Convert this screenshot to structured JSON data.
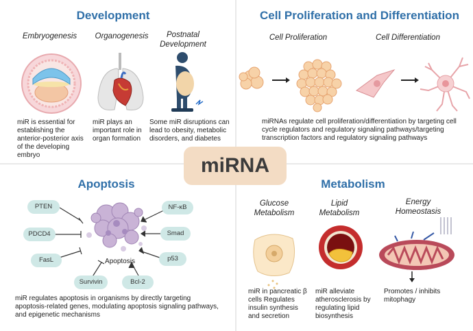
{
  "center_label": "miRNA",
  "development": {
    "title": "Development",
    "items": [
      {
        "heading": "Embryogenesis",
        "text": "miR is essential for establishing the anterior-posterior axis of the developing embryo"
      },
      {
        "heading": "Organogenesis",
        "text": "miR plays an important role in organ formation"
      },
      {
        "heading": "Postnatal Development",
        "text": "Some miR disruptions can lead to obesity, metabolic disorders, and diabetes"
      }
    ]
  },
  "proliferation": {
    "title": "Cell Proliferation and Differentiation",
    "left_heading": "Cell Proliferation",
    "right_heading": "Cell Differentiation",
    "text": "miRNAs regulate cell proliferation/differentiation by targeting cell cycle regulators and regulatory signaling pathways/targeting transcription factors and regulatory signaling pathways"
  },
  "apoptosis": {
    "title": "Apoptosis",
    "center_label": "Apoptosis",
    "factors": [
      "PTEN",
      "PDCD4",
      "FasL",
      "Survivin",
      "Bcl-2",
      "p53",
      "Smad",
      "NF-κB"
    ],
    "text": "miR regulates apoptosis in organisms by directly targeting apoptosis-related genes, modulating apoptosis signaling pathways, and epigenetic mechanisms"
  },
  "metabolism": {
    "title": "Metabolism",
    "items": [
      {
        "heading": "Glucose Metabolism",
        "text": "miR in pancreatic β cells Regulates insulin synthesis and secretion"
      },
      {
        "heading": "Lipid Metabolism",
        "text": "miR alleviate atherosclerosis by regulating lipid biosynthesis"
      },
      {
        "heading": "Energy Homeostasis",
        "text": "Promotes / inhibits mitophagy"
      }
    ]
  },
  "colors": {
    "title_blue": "#2f6fa8",
    "center_bg": "#f3dcc4",
    "pill_bg": "#cfe8e6",
    "divider": "#e9e9e9"
  }
}
